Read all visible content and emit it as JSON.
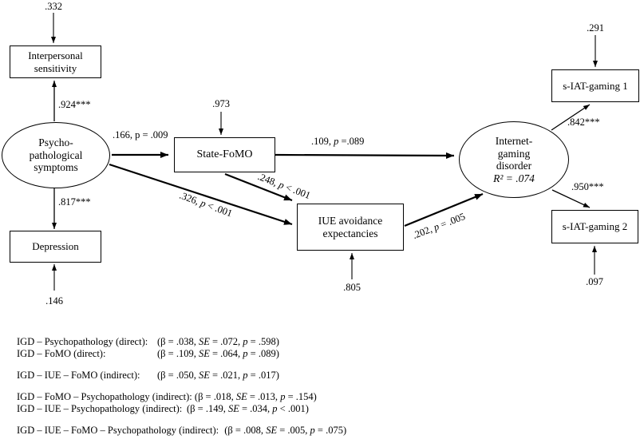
{
  "diagram": {
    "nodes": {
      "interpersonal_sensitivity": "Interpersonal\nsensitivity",
      "psychopathological_symptoms": "Psycho-\npathological\nsymptoms",
      "depression": "Depression",
      "state_fomo": "State-FoMO",
      "iue_avoidance": "IUE avoidance\nexpectancies",
      "igd": "Internet-\ngaming\ndisorder",
      "igd_r2": "R² = .074",
      "siat_gaming_1": "s-IAT-gaming 1",
      "siat_gaming_2": "s-IAT-gaming 2"
    },
    "loadings": {
      "psy_interpersonal": ".924***",
      "psy_depression": ".817***",
      "igd_siat1": ".842***",
      "igd_siat2": ".950***"
    },
    "paths": {
      "psy_fomo": ".166, p = .009",
      "fomo_igd": {
        "pre": ".109, ",
        "p": "p",
        "post": " =.089"
      },
      "fomo_iue": {
        "pre": ".248, ",
        "p": "p",
        "post": " < .001"
      },
      "psy_iue": {
        "pre": ".326, ",
        "p": "p",
        "post": " < .001"
      },
      "iue_igd": {
        "pre": ".202, ",
        "p": "p",
        "post": " = .005"
      }
    },
    "errors": {
      "interpersonal": ".332",
      "state_fomo": ".973",
      "siat1": ".291",
      "depression": ".146",
      "iue": ".805",
      "siat2": ".097"
    }
  },
  "footer": {
    "se_label": "SE",
    "p_label": "p",
    "rows": [
      {
        "label": "IGD – Psychopathology (direct):",
        "s1": "(β = .038, ",
        "s2": " = .072, ",
        "s3": " = .598)"
      },
      {
        "label": "IGD – FoMO (direct):",
        "s1": "(β = .109, ",
        "s2": " = .064, ",
        "s3": " = .089)"
      },
      {
        "label": "IGD – IUE – FoMO (indirect):",
        "s1": "(β = .050, ",
        "s2": " = .021, ",
        "s3": " = .017)"
      },
      {
        "label": "IGD – FoMO – Psychopathology (indirect): ",
        "s1": "(β = .018, ",
        "s2": " = .013, ",
        "s3": " = .154)"
      },
      {
        "label": "IGD – IUE – Psychopathology (indirect):",
        "s1": "(β = .149, ",
        "s2": " = .034, ",
        "s3": " < .001)"
      },
      {
        "label": "IGD – IUE – FoMO – Psychopathology (indirect): ",
        "s1": "(β = .008, ",
        "s2": " = .005, ",
        "s3": " = .075)"
      }
    ]
  },
  "colors": {
    "ink": "#000000",
    "background": "#ffffff"
  }
}
